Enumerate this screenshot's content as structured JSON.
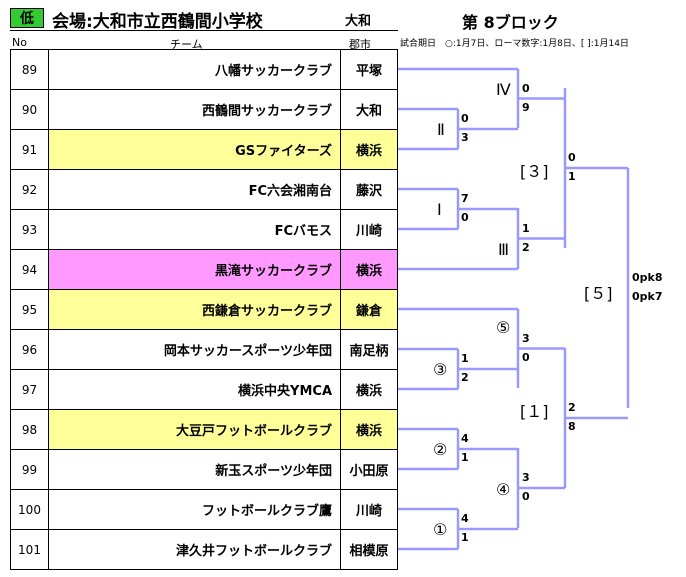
{
  "header": {
    "badge": "低",
    "venue": "会場:大和市立西鶴間小学校",
    "venue_city": "大和",
    "block_title": "第 8ブロック",
    "legend": "試合期日　○:1月7日、ローマ数字:1月8日、[ ]:1月14日"
  },
  "columns": {
    "no": "No",
    "team": "チーム",
    "city": "郡市"
  },
  "colors": {
    "bracket": "#9999ff",
    "yellow": "#ffff99",
    "pink": "#ff99ff",
    "badge": "#33cc33"
  },
  "teams": [
    {
      "no": "89",
      "name": "八幡サッカークラブ",
      "city": "平塚",
      "hl": ""
    },
    {
      "no": "90",
      "name": "西鶴間サッカークラブ",
      "city": "大和",
      "hl": ""
    },
    {
      "no": "91",
      "name": "GSファイターズ",
      "city": "横浜",
      "hl": "yellow"
    },
    {
      "no": "92",
      "name": "FC六会湘南台",
      "city": "藤沢",
      "hl": ""
    },
    {
      "no": "93",
      "name": "FCバモス",
      "city": "川崎",
      "hl": ""
    },
    {
      "no": "94",
      "name": "黒滝サッカークラブ",
      "city": "横浜",
      "hl": "pink"
    },
    {
      "no": "95",
      "name": "西鎌倉サッカークラブ",
      "city": "鎌倉",
      "hl": "yellow"
    },
    {
      "no": "96",
      "name": "岡本サッカースポーツ少年団",
      "city": "南足柄",
      "hl": ""
    },
    {
      "no": "97",
      "name": "横浜中央YMCA",
      "city": "横浜",
      "hl": ""
    },
    {
      "no": "98",
      "name": "大豆戸フットボールクラブ",
      "city": "横浜",
      "hl": "yellow"
    },
    {
      "no": "99",
      "name": "新玉スポーツ少年団",
      "city": "小田原",
      "hl": ""
    },
    {
      "no": "100",
      "name": "フットボールクラブ鷹",
      "city": "川崎",
      "hl": ""
    },
    {
      "no": "101",
      "name": "津久井フットボールクラブ",
      "city": "相模原",
      "hl": ""
    }
  ],
  "matches": [
    {
      "id": "II",
      "label": "Ⅱ",
      "top": "0",
      "bottom": "3"
    },
    {
      "id": "IV",
      "label": "Ⅳ",
      "top": "0",
      "bottom": "9"
    },
    {
      "id": "I",
      "label": "Ⅰ",
      "top": "7",
      "bottom": "0"
    },
    {
      "id": "III",
      "label": "Ⅲ",
      "top": "1",
      "bottom": "2"
    },
    {
      "id": "b3",
      "label": "[３]",
      "top": "0",
      "bottom": "1"
    },
    {
      "id": "c3",
      "label": "③",
      "top": "1",
      "bottom": "2"
    },
    {
      "id": "c5",
      "label": "⑤",
      "top": "3",
      "bottom": "0"
    },
    {
      "id": "c2",
      "label": "②",
      "top": "4",
      "bottom": "1"
    },
    {
      "id": "c1",
      "label": "①",
      "top": "4",
      "bottom": "1"
    },
    {
      "id": "c4",
      "label": "④",
      "top": "3",
      "bottom": "0"
    },
    {
      "id": "b1",
      "label": "[１]",
      "top": "2",
      "bottom": "8"
    },
    {
      "id": "b5",
      "label": "[５]",
      "top": "0pk8",
      "bottom": "0pk7"
    }
  ]
}
